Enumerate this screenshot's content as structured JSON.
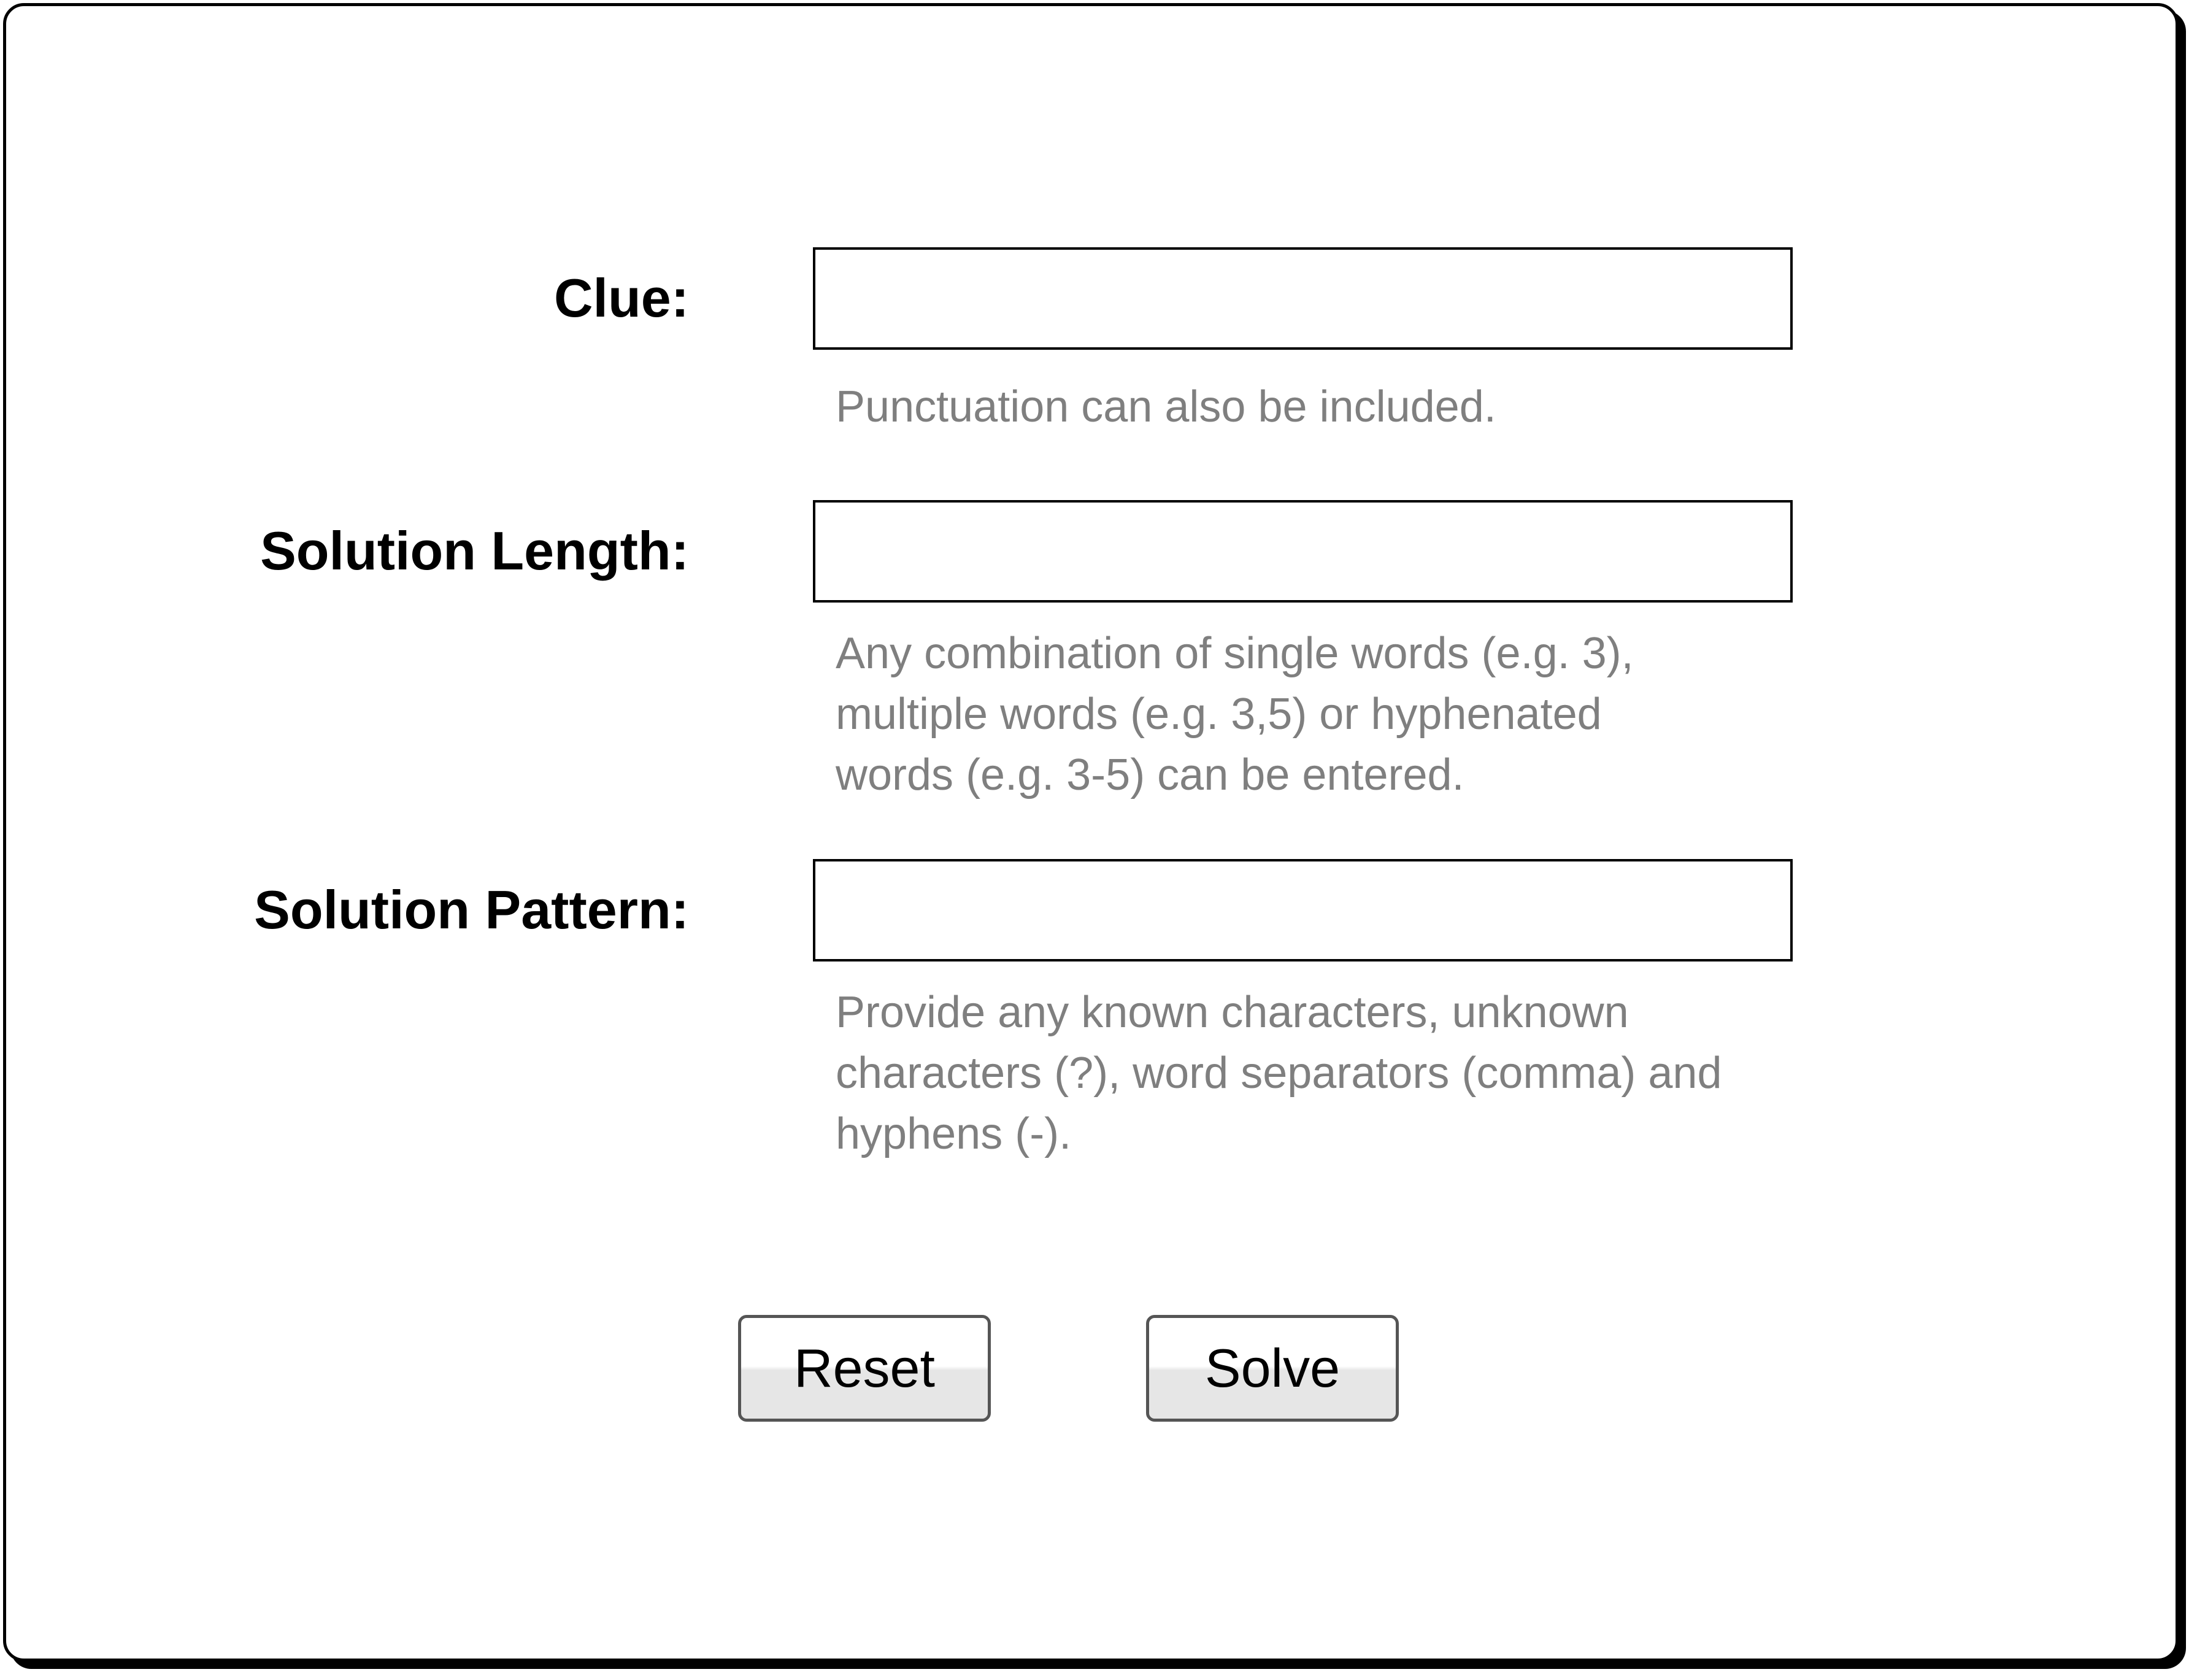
{
  "form": {
    "clue": {
      "label": "Clue:",
      "value": "",
      "hint": "Punctuation can also be included."
    },
    "solution_length": {
      "label": "Solution Length:",
      "value": "",
      "hint": "Any combination of single words (e.g. 3),\nmultiple words (e.g. 3,5) or hyphenated\nwords (e.g. 3-5) can be entered."
    },
    "solution_pattern": {
      "label": "Solution Pattern:",
      "value": "",
      "hint": "Provide any known characters, unknown\ncharacters (?), word separators (comma) and\nhyphens (-)."
    }
  },
  "buttons": {
    "reset_label": "Reset",
    "solve_label": "Solve"
  }
}
